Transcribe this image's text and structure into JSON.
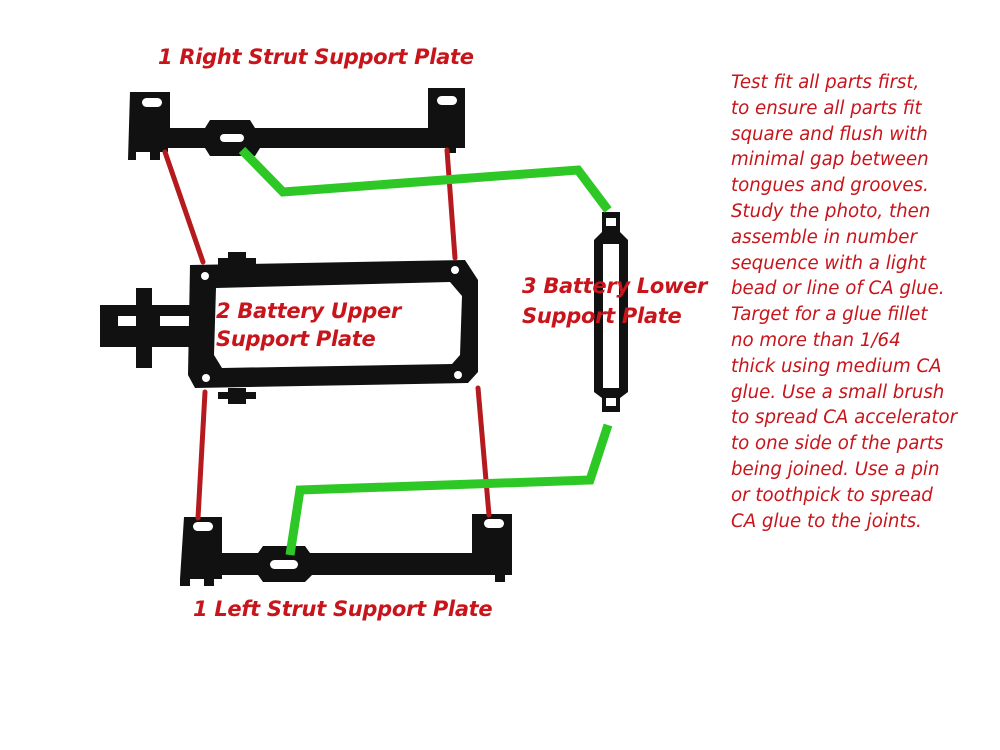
{
  "labels": {
    "right_strut": "1 Right Strut Support Plate",
    "left_strut": "1 Left Strut Support Plate",
    "upper_plate": [
      "2  Battery Upper",
      "Support Plate"
    ],
    "lower_plate": [
      "3 Battery Lower",
      "Support Plate"
    ]
  },
  "instructions": [
    "Test fit all parts first,",
    "to ensure all parts fit",
    "square and flush with",
    "minimal gap between",
    "tongues and grooves.",
    "Study the photo, then",
    "assemble in number",
    "sequence with a light",
    "bead or line of CA glue.",
    "Target for a glue fillet",
    "no more than 1/64",
    "thick using medium CA",
    "glue. Use a small brush",
    "to spread CA accelerator",
    "to one side of the parts",
    "being joined.  Use a pin",
    "or toothpick to spread",
    "CA glue to the joints."
  ],
  "colors": {
    "text": "#c8141b",
    "connector_red": "#b51a1e",
    "connector_green": "#2ec826",
    "part": "#111111"
  }
}
